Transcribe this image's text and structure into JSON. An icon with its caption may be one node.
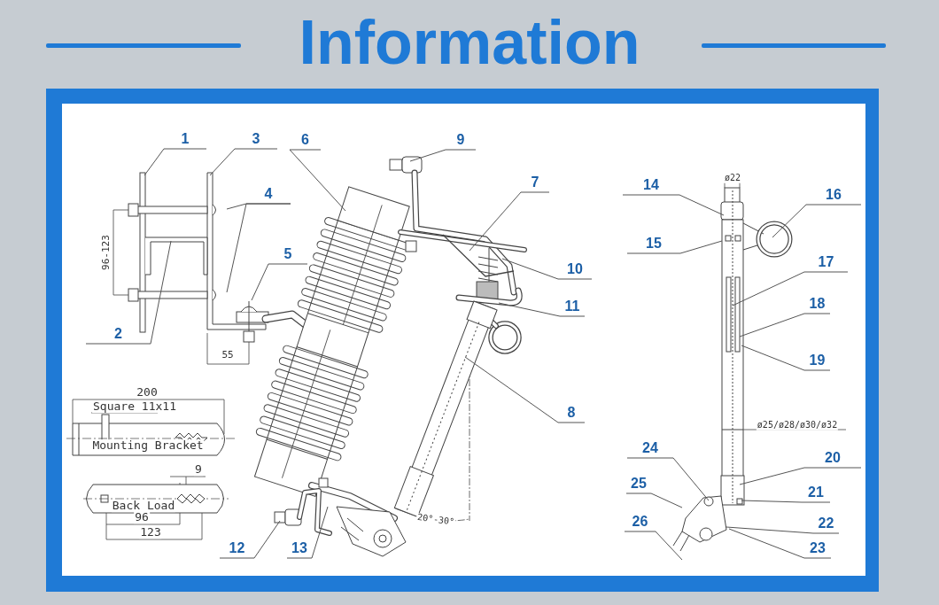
{
  "diagram": {
    "title": "Information",
    "nodes": [
      {
        "text": [
          "1"
        ]
      },
      {
        "text": [
          "2"
        ]
      },
      {
        "text": [
          "3"
        ]
      },
      {
        "text": [
          "4"
        ]
      },
      {
        "text": [
          "5"
        ]
      },
      {
        "text": [
          "6"
        ]
      },
      {
        "text": [
          "7"
        ]
      },
      {
        "text": [
          "8"
        ]
      },
      {
        "text": [
          "9"
        ]
      },
      {
        "text": [
          "10"
        ]
      },
      {
        "text": [
          "11"
        ]
      },
      {
        "text": [
          "12"
        ]
      },
      {
        "text": [
          "13"
        ]
      },
      {
        "text": [
          "14"
        ]
      },
      {
        "text": [
          "15"
        ]
      },
      {
        "text": [
          "16"
        ]
      },
      {
        "text": [
          "17"
        ]
      },
      {
        "text": [
          "18"
        ]
      },
      {
        "text": [
          "19"
        ]
      },
      {
        "text": [
          "20"
        ]
      },
      {
        "text": [
          "21"
        ]
      },
      {
        "text": [
          "22"
        ]
      },
      {
        "text": [
          "23"
        ]
      },
      {
        "text": [
          "24"
        ]
      },
      {
        "text": [
          "25"
        ]
      },
      {
        "text": [
          "26"
        ]
      }
    ],
    "edges": [
      {
        "from": 0,
        "to": null,
        "arrow": "none"
      },
      {
        "from": 1,
        "to": null,
        "arrow": "none"
      },
      {
        "from": 2,
        "to": null,
        "arrow": "none"
      },
      {
        "from": 3,
        "to": null,
        "arrow": "none"
      },
      {
        "from": 3,
        "to": null,
        "arrow": "none"
      },
      {
        "from": 4,
        "to": null,
        "arrow": "none"
      },
      {
        "from": 5,
        "to": null,
        "arrow": "none"
      },
      {
        "from": 6,
        "to": null,
        "arrow": "none"
      },
      {
        "from": 7,
        "to": null,
        "arrow": "none"
      },
      {
        "from": 8,
        "to": null,
        "arrow": "none"
      },
      {
        "from": 9,
        "to": null,
        "arrow": "none"
      },
      {
        "from": 10,
        "to": null,
        "arrow": "none"
      },
      {
        "from": 11,
        "to": null,
        "arrow": "none"
      },
      {
        "from": 12,
        "to": null,
        "arrow": "none"
      },
      {
        "from": 13,
        "to": null,
        "arrow": "none"
      },
      {
        "from": 14,
        "to": null,
        "arrow": "none"
      },
      {
        "from": 15,
        "to": null,
        "arrow": "none"
      },
      {
        "from": 16,
        "to": null,
        "arrow": "none"
      },
      {
        "from": 17,
        "to": null,
        "arrow": "none"
      },
      {
        "from": 18,
        "to": null,
        "arrow": "none"
      },
      {
        "from": 19,
        "to": null,
        "arrow": "none"
      },
      {
        "from": 20,
        "to": null,
        "arrow": "none"
      },
      {
        "from": 21,
        "to": null,
        "arrow": "none"
      },
      {
        "from": 22,
        "to": null,
        "arrow": "none"
      },
      {
        "from": 23,
        "to": null,
        "arrow": "none"
      },
      {
        "from": 24,
        "to": null,
        "arrow": "none"
      },
      {
        "from": 25,
        "to": null,
        "arrow": "none"
      }
    ],
    "labels": [
      "96-123",
      "55",
      "200",
      "Square 11x11",
      "Mounting Bracket",
      "9",
      "Back Load",
      "96",
      "123",
      "20°-30°",
      "ø22",
      "ø25/ø28/ø30/ø32"
    ]
  }
}
